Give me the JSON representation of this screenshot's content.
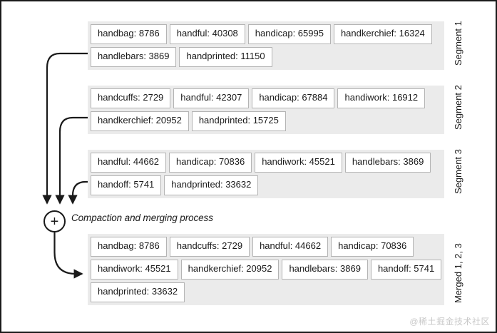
{
  "figure": {
    "process_label": "Compaction and merging process",
    "merge_node_symbol": "+",
    "watermark": "@稀土掘金技术社区",
    "colors": {
      "group_background": "#ebebeb",
      "chip_background": "#ffffff",
      "chip_border": "#b4b4b4",
      "line": "#1a1a1a",
      "text": "#1a1a1a",
      "watermark": "#c9c9c9"
    }
  },
  "groups": [
    {
      "id": "seg1",
      "side_label": "Segment 1",
      "rows": [
        [
          "handbag: 8786",
          "handful: 40308",
          "handicap: 65995",
          "handkerchief: 16324"
        ],
        [
          "handlebars: 3869",
          "handprinted: 11150"
        ]
      ]
    },
    {
      "id": "seg2",
      "side_label": "Segment 2",
      "rows": [
        [
          "handcuffs: 2729",
          "handful: 42307",
          "handicap: 67884",
          "handiwork: 16912"
        ],
        [
          "handkerchief: 20952",
          "handprinted: 15725"
        ]
      ]
    },
    {
      "id": "seg3",
      "side_label": "Segment 3",
      "rows": [
        [
          "handful: 44662",
          "handicap: 70836",
          "handiwork: 45521",
          "handlebars: 3869"
        ],
        [
          "handoff: 5741",
          "handprinted: 33632"
        ]
      ]
    },
    {
      "id": "merged",
      "side_label": "Merged 1, 2, 3",
      "rows": [
        [
          "handbag: 8786",
          "handcuffs: 2729",
          "handful: 44662",
          "handicap: 70836"
        ],
        [
          "handiwork: 45521",
          "handkerchief: 20952",
          "handlebars: 3869",
          "handoff: 5741"
        ],
        [
          "handprinted: 33632"
        ]
      ]
    }
  ]
}
